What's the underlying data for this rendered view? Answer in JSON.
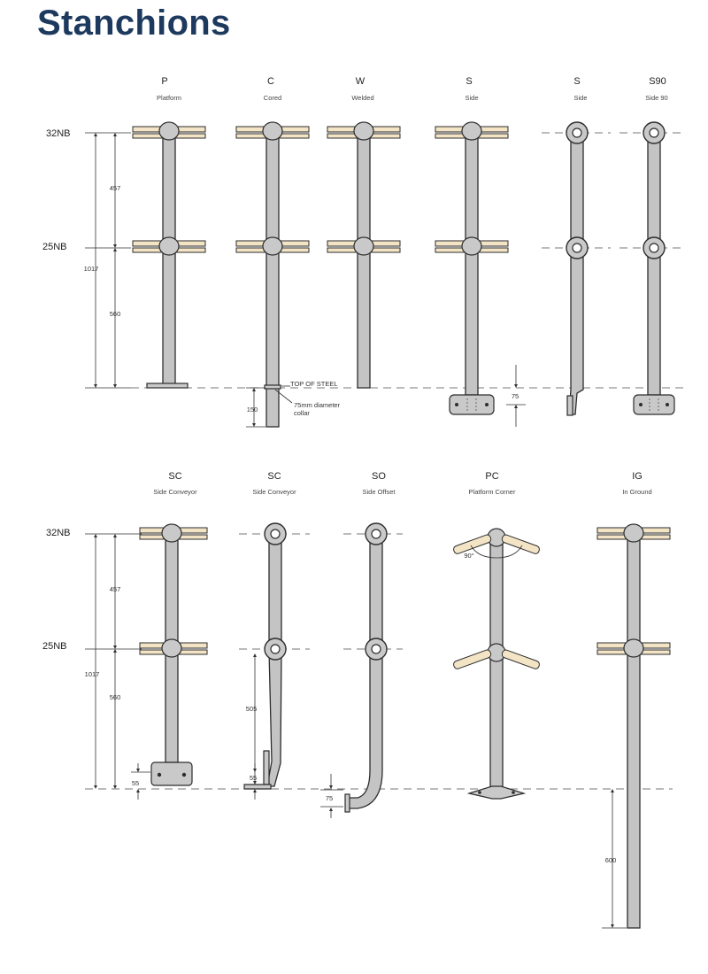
{
  "title": "Stanchions",
  "rows": [
    {
      "nb_top": "32NB",
      "nb_mid": "25NB",
      "dim_total": "1017",
      "dim_upper": "457",
      "dim_lower": "560",
      "items": [
        {
          "code": "P",
          "label": "Platform"
        },
        {
          "code": "C",
          "label": "Cored"
        },
        {
          "code": "W",
          "label": "Welded"
        },
        {
          "code": "S",
          "label": "Side"
        },
        {
          "code": "S",
          "label": "Side"
        },
        {
          "code": "S90",
          "label": "Side 90"
        }
      ]
    },
    {
      "nb_top": "32NB",
      "nb_mid": "25NB",
      "dim_total": "1017",
      "dim_upper": "457",
      "dim_lower": "560",
      "items": [
        {
          "code": "SC",
          "label": "Side Conveyor"
        },
        {
          "code": "SC",
          "label": "Side Conveyor"
        },
        {
          "code": "SO",
          "label": "Side Offset"
        },
        {
          "code": "PC",
          "label": "Platform Corner"
        },
        {
          "code": "IG",
          "label": "In Ground"
        }
      ]
    }
  ],
  "annotations": {
    "top_of_steel": "TOP OF STEEL",
    "collar_line1": "75mm diameter",
    "collar_line2": "collar",
    "cored_depth": "150",
    "s_base": "75",
    "sc_base": "55",
    "sc2_base": "55",
    "sc2_height": "505",
    "so_base": "75",
    "pc_angle": "90°",
    "ig_depth": "600"
  },
  "colors": {
    "title": "#1d3a5e",
    "post": "#c4c4c4",
    "rail": "#f3e4c6",
    "outline": "#2d2d2d"
  }
}
